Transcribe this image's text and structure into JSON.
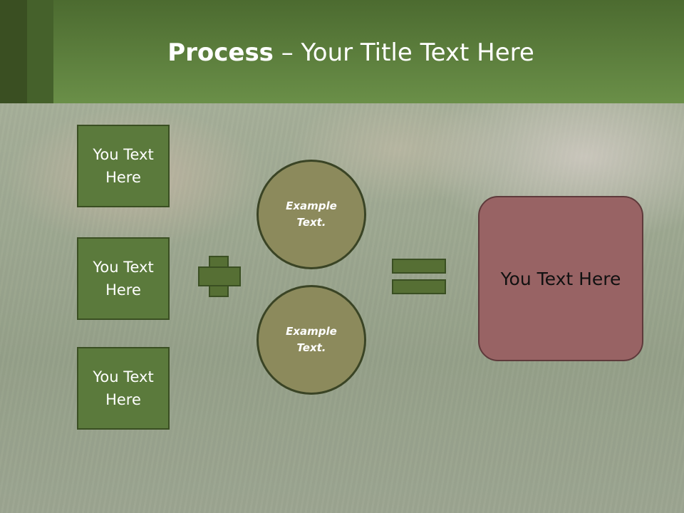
{
  "slide": {
    "title_bold": "Process",
    "title_rest": " – Your Title Text Here"
  },
  "left_boxes": [
    {
      "label": "You Text Here"
    },
    {
      "label": "You Text Here"
    },
    {
      "label": "You Text Here"
    }
  ],
  "circles": [
    {
      "label": "Example Text."
    },
    {
      "label": "Example Text."
    }
  ],
  "result": {
    "label": "You Text Here"
  },
  "icons": {
    "plus": "plus-icon",
    "equals": "equals-icon"
  },
  "colors": {
    "header": "#5a7d3c",
    "box_fill": "#5b7a3c",
    "circle_fill": "#8c8a5c",
    "result_fill": "#986364"
  }
}
